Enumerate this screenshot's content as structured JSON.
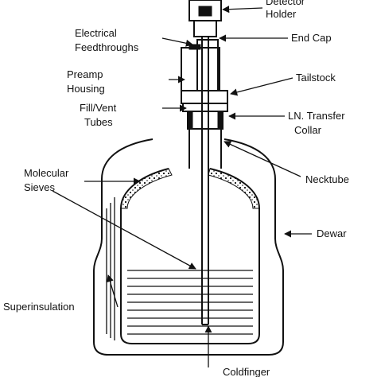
{
  "labels": {
    "detector_holder": [
      "Detector",
      "Holder"
    ],
    "electrical_feedthroughs": [
      "Electrical",
      "Feedthroughs"
    ],
    "end_cap": "End Cap",
    "preamp_housing": [
      "Preamp",
      "Housing"
    ],
    "tailstock": "Tailstock",
    "fill_vent_tubes": [
      "Fill/Vent",
      "Tubes"
    ],
    "ln_transfer_collar": [
      "LN. Transfer",
      "Collar"
    ],
    "molecular_sieves": [
      "Molecular",
      "Sieves"
    ],
    "necktube": "Necktube",
    "dewar": "Dewar",
    "superinsulation": "Superinsulation",
    "coldfinger": "Coldfinger"
  },
  "colors": {
    "ink": "#111111",
    "background": "#ffffff"
  }
}
